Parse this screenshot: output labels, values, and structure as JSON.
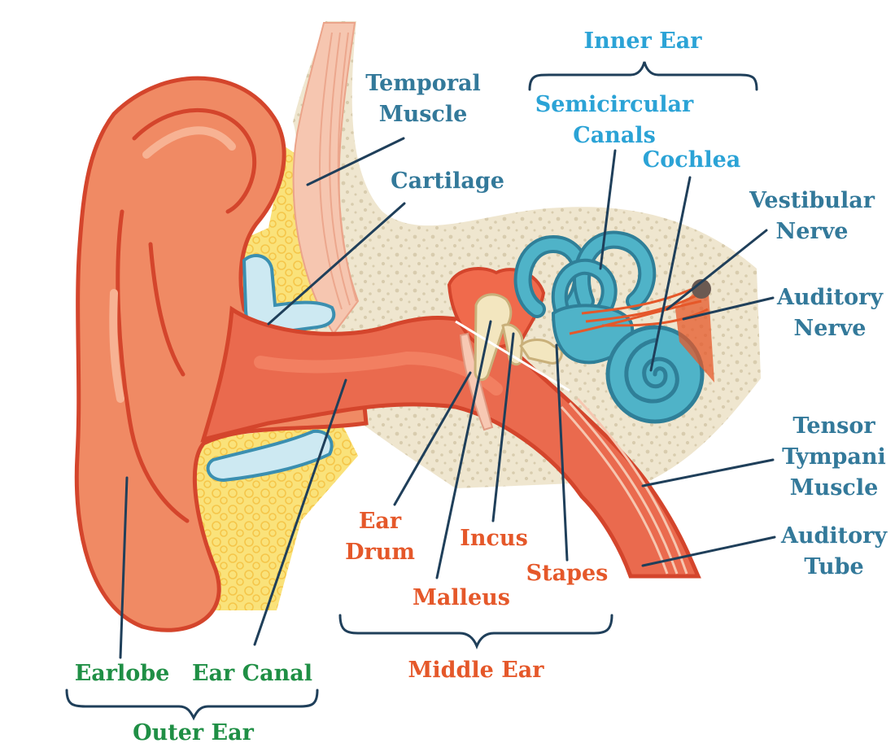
{
  "colors": {
    "skin": "#f08a64",
    "skin_dark": "#d4452c",
    "skin_light": "#f7b293",
    "canal": "#ea6a4e",
    "canal_inner": "#f48567",
    "bone": "#efe6cf",
    "bone_speckle": "#d8ccae",
    "fat": "#fae27a",
    "fat_dots": "#f5c64a",
    "cartilage": "#cde9f2",
    "cartilage_edge": "#3b8fb0",
    "inner_ear": "#4fb3c8",
    "inner_ear_dark": "#2f7f98",
    "muscle": "#f6c6b0",
    "leader_line": "#1f3f5a",
    "label_teal": "#33799a",
    "label_blue": "#2ba3d6",
    "label_orange": "#e5582a",
    "label_green": "#1f8f45"
  },
  "labels": {
    "temporal_muscle": [
      "Temporal",
      "Muscle"
    ],
    "cartilage": [
      "Cartilage"
    ],
    "inner_ear": [
      "Inner Ear"
    ],
    "semicircular_canals": [
      "Semicircular",
      "Canals"
    ],
    "cochlea": [
      "Cochlea"
    ],
    "vestibular_nerve": [
      "Vestibular",
      "Nerve"
    ],
    "auditory_nerve": [
      "Auditory",
      "Nerve"
    ],
    "tensor_tympani": [
      "Tensor",
      "Tympani",
      "Muscle"
    ],
    "auditory_tube": [
      "Auditory",
      "Tube"
    ],
    "ear_drum": [
      "Ear",
      "Drum"
    ],
    "incus": [
      "Incus"
    ],
    "stapes": [
      "Stapes"
    ],
    "malleus": [
      "Malleus"
    ],
    "middle_ear": [
      "Middle Ear"
    ],
    "earlobe": [
      "Earlobe"
    ],
    "ear_canal": [
      "Ear Canal"
    ],
    "outer_ear": [
      "Outer Ear"
    ]
  }
}
